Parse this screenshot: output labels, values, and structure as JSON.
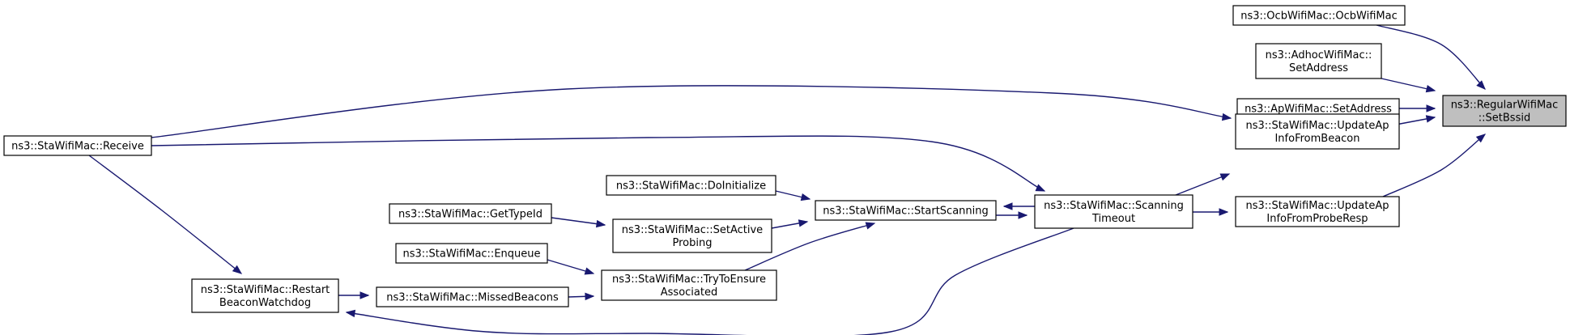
{
  "nodes": {
    "set_bssid": {
      "lines": [
        "ns3::RegularWifiMac",
        "::SetBssid"
      ],
      "focus": true
    },
    "ocb_ctor": {
      "lines": [
        "ns3::OcbWifiMac::OcbWifiMac"
      ]
    },
    "adhoc_setaddr": {
      "lines": [
        "ns3::AdhocWifiMac::",
        "SetAddress"
      ]
    },
    "ap_setaddr": {
      "lines": [
        "ns3::ApWifiMac::SetAddress"
      ]
    },
    "update_ap_beacon": {
      "lines": [
        "ns3::StaWifiMac::UpdateAp",
        "InfoFromBeacon"
      ]
    },
    "update_ap_probe": {
      "lines": [
        "ns3::StaWifiMac::UpdateAp",
        "InfoFromProbeResp"
      ]
    },
    "scanning_timeout": {
      "lines": [
        "ns3::StaWifiMac::Scanning",
        "Timeout"
      ]
    },
    "receive": {
      "lines": [
        "ns3::StaWifiMac::Receive"
      ]
    },
    "start_scanning": {
      "lines": [
        "ns3::StaWifiMac::StartScanning"
      ]
    },
    "do_initialize": {
      "lines": [
        "ns3::StaWifiMac::DoInitialize"
      ]
    },
    "set_active_probing": {
      "lines": [
        "ns3::StaWifiMac::SetActive",
        "Probing"
      ]
    },
    "get_type_id": {
      "lines": [
        "ns3::StaWifiMac::GetTypeId"
      ]
    },
    "try_ensure": {
      "lines": [
        "ns3::StaWifiMac::TryToEnsure",
        "Associated"
      ]
    },
    "enqueue": {
      "lines": [
        "ns3::StaWifiMac::Enqueue"
      ]
    },
    "missed_beacons": {
      "lines": [
        "ns3::StaWifiMac::MissedBeacons"
      ]
    },
    "restart_watchdog": {
      "lines": [
        "ns3::StaWifiMac::Restart",
        "BeaconWatchdog"
      ]
    }
  },
  "edges": [
    {
      "from": "ocb_ctor",
      "to": "set_bssid"
    },
    {
      "from": "adhoc_setaddr",
      "to": "set_bssid"
    },
    {
      "from": "ap_setaddr",
      "to": "set_bssid"
    },
    {
      "from": "update_ap_beacon",
      "to": "set_bssid"
    },
    {
      "from": "update_ap_probe",
      "to": "set_bssid"
    },
    {
      "from": "receive",
      "to": "update_ap_beacon"
    },
    {
      "from": "scanning_timeout",
      "to": "update_ap_beacon"
    },
    {
      "from": "scanning_timeout",
      "to": "update_ap_probe"
    },
    {
      "from": "receive",
      "to": "scanning_timeout"
    },
    {
      "from": "start_scanning",
      "to": "scanning_timeout"
    },
    {
      "from": "scanning_timeout",
      "to": "start_scanning"
    },
    {
      "from": "do_initialize",
      "to": "start_scanning"
    },
    {
      "from": "set_active_probing",
      "to": "start_scanning"
    },
    {
      "from": "try_ensure",
      "to": "start_scanning"
    },
    {
      "from": "get_type_id",
      "to": "set_active_probing"
    },
    {
      "from": "enqueue",
      "to": "try_ensure"
    },
    {
      "from": "missed_beacons",
      "to": "try_ensure"
    },
    {
      "from": "restart_watchdog",
      "to": "missed_beacons"
    },
    {
      "from": "receive",
      "to": "restart_watchdog"
    },
    {
      "from": "scanning_timeout",
      "to": "restart_watchdog"
    }
  ]
}
